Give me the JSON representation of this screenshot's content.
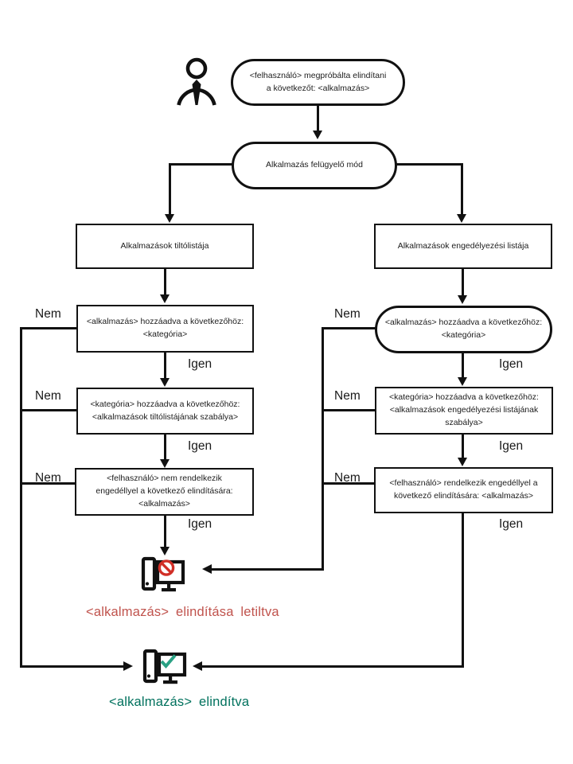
{
  "diagram_title": "Application Control flowchart (Hungarian)",
  "colors": {
    "line": "#111111",
    "node_text": "#1c1c1c",
    "blocked_sign_red": "#d12f27",
    "blocked_text_red": "#c0534d",
    "allowed_check_green": "#2aa184",
    "allowed_text_green": "#00715d"
  },
  "labels": {
    "yes": "Igen",
    "no": "Nem"
  },
  "nodes": {
    "start": "<felhasználó> megpróbálta elindítani\na következőt: <alkalmazás>",
    "mode": "Alkalmazás felügyelő mód",
    "deny_list": "Alkalmazások tiltólistája",
    "allow_list": "Alkalmazások engedélyezési listája",
    "deny_app_in_category": "<alkalmazás>  hozzáadva a következőhöz:\n<kategória>",
    "allow_app_in_category": "<alkalmazás>  hozzáadva a következőhöz:\n<kategória>",
    "deny_category_in_rule": "<kategória> hozzáadva a következőhöz:\n<alkalmazások tiltólistájának szabálya>",
    "allow_category_in_rule": "<kategória> hozzáadva a következőhöz:\n<alkalmazások  engedélyezési listájának\nszabálya>",
    "deny_user_permission": "<felhasználó> nem rendelkezik\nengedéllyel a következő elindítására:\n<alkalmazás>",
    "allow_user_permission": "<felhasználó> rendelkezik engedéllyel a\nkövetkező elindítására:  <alkalmazás>"
  },
  "outcomes": {
    "blocked": "<alkalmazás> elindítása letiltva",
    "started": "<alkalmazás> elindítva"
  },
  "icons": {
    "actor": "user-person-icon",
    "blocked": "computer-blocked-icon",
    "started": "computer-started-icon"
  }
}
